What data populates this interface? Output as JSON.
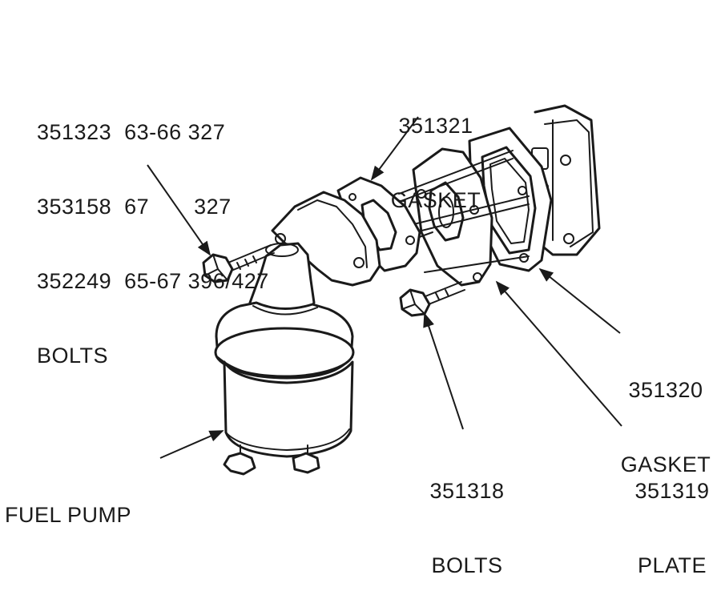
{
  "callouts": {
    "top_left_bolts": {
      "lines": [
        "351323  63-66 327",
        "353158  67       327",
        "352249  65-67 396/427",
        "BOLTS"
      ]
    },
    "gasket_top": {
      "part": "351321",
      "name": "GASKET"
    },
    "gasket_right": {
      "part": "351320",
      "name": "GASKET"
    },
    "bolts_bottom": {
      "part": "351318",
      "name": "BOLTS"
    },
    "plate": {
      "part": "351319",
      "name": "PLATE"
    },
    "fuel_pump": {
      "name": "FUEL PUMP"
    }
  }
}
